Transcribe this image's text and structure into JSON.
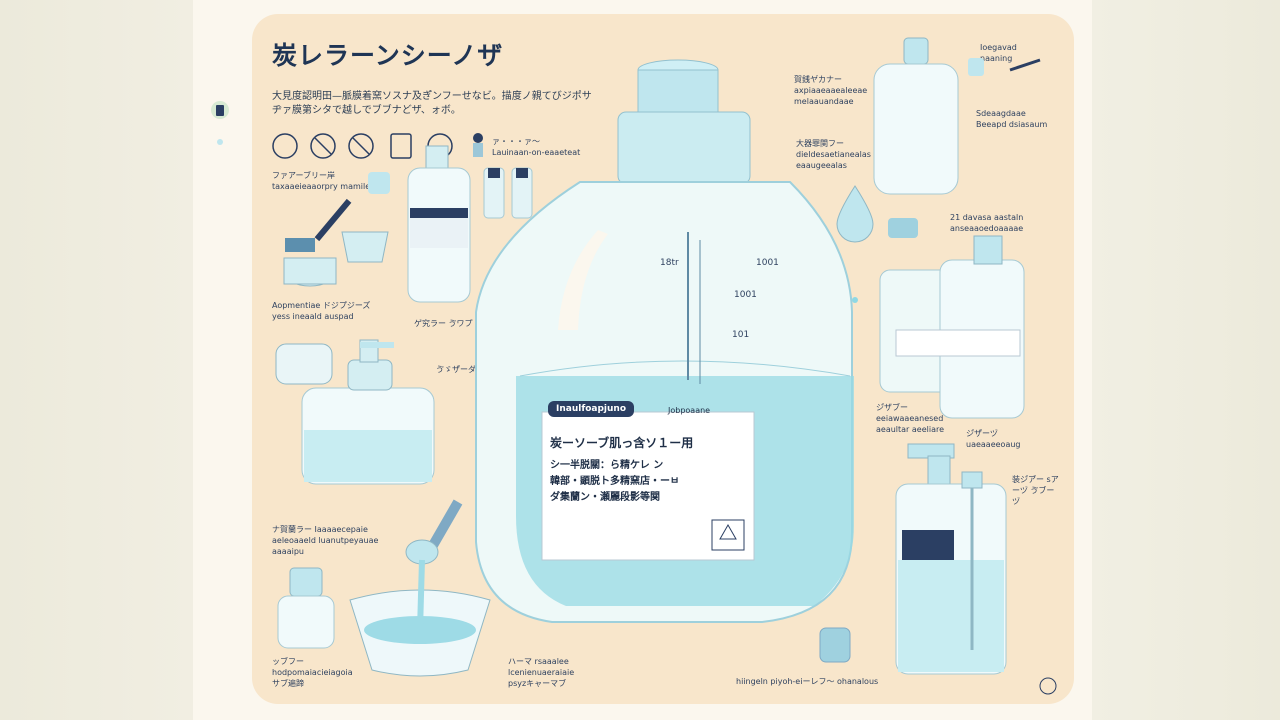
{
  "title": "炭レラーンシーノザ",
  "subtitle": "大見度認明田—脈膜着窯ソスナ及ぎ゙ンフーせなビ。描度ノ親てびジポサヂァ膜第シタで越しでブブナどザ、ォボ。",
  "notes": [
    {
      "id": "note-tl",
      "text": "ファアーブリー岸 taxaaeieaaorpry mamiledo"
    },
    {
      "id": "note-cap",
      "text": "Aopmentiae ドジプジーズ yess ineaald auspad"
    },
    {
      "id": "note-mid1",
      "text": "ゲ究ラー ゔワプ"
    },
    {
      "id": "note-mid2",
      "text": "ゔゞザ゙ーダ"
    },
    {
      "id": "note-bl",
      "text": "ナ賀蘭ラー Iaaaaecepaie aeleoaaeld luanutpeyauae aaaaipu"
    },
    {
      "id": "note-bl2",
      "text": "ッブフー hodpomaiacieiagoia サブ遍蹄"
    },
    {
      "id": "note-bottom",
      "text": "ハーマ rsaaalee lcenienuaeraiaie psyzキャーマブ"
    },
    {
      "id": "note-top1",
      "text": "ァ・・・ァ〜 Lauinaan-on-eaaeteat"
    },
    {
      "id": "note-r1",
      "text": "賀銭ヤ゙カナー axpiaaeaaealeeae melaauandaae"
    },
    {
      "id": "note-r2",
      "text": "大器罪関フー dieldesaetianealas eaaugeealas"
    },
    {
      "id": "note-r3",
      "text": "Ioegavad naaning"
    },
    {
      "id": "note-r4",
      "text": "Sdeaagdaae Beeapd dsiasaum"
    },
    {
      "id": "note-r5",
      "text": "21 davasa aastaln anseaaoedoaaaae"
    },
    {
      "id": "note-r6",
      "text": "ジ゙ザブー eeiawaaeanesed aeaultar aeeliare"
    },
    {
      "id": "note-r7",
      "text": "ジ゙ザ゙ーヅ uaeaaeeoaug"
    },
    {
      "id": "note-r8",
      "text": "装ジ゙ア゙ー sアーヅ ゔブーヅ"
    },
    {
      "id": "note-br",
      "text": "hiingeln piyoh-eiーレフ〜 ohanalous"
    }
  ],
  "bottle_label": {
    "brand": "Inaulfoapjuno",
    "side_tag": "Jobpoaane",
    "line1": "炭ーソーブ肌っ含ソ１ー用",
    "line2": "シ一半脱關：ら精ケレ ン",
    "line3": "韓部・顕脱ト多精窯店・ーㅂ",
    "line4": "ダ集蘭ン・瀬麗段影等関"
  },
  "measure_marks": [
    "18tr",
    "1001",
    "101",
    "1001"
  ],
  "colors": {
    "panel": "#f8e6cb",
    "bottle": "#eef9f8",
    "liquid": "#8fd8e4",
    "cap": "#bfe6ee",
    "navy": "#2b3f63"
  },
  "icons": [
    "shirt-icon",
    "no-bleach-icon",
    "no-iron-icon",
    "no-dryclean-icon",
    "handwash-icon",
    "lab-bottle-icon",
    "drop-icon",
    "shirt-small-icon",
    "brush-icon",
    "recycle-icon",
    "warning-icon"
  ]
}
